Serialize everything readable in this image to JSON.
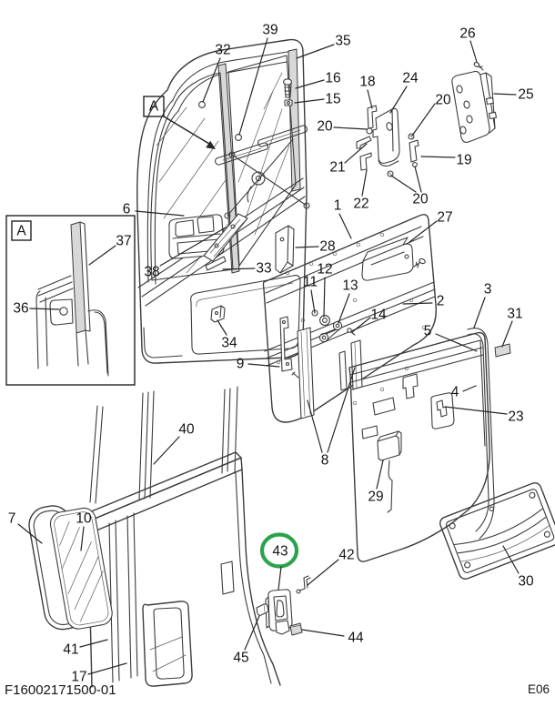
{
  "figure": {
    "footer_left": "F16002171500-01",
    "footer_right": "E06",
    "detail_marker": "A",
    "highlight_color": "#2aa34c",
    "highlighted_callout": "43"
  },
  "callouts": {
    "1": "1",
    "2": "2",
    "3": "3",
    "4": "4",
    "5": "5",
    "6": "6",
    "7": "7",
    "8": "8",
    "9": "9",
    "10": "10",
    "11": "11",
    "12": "12",
    "13": "13",
    "14": "14",
    "15": "15",
    "16": "16",
    "17": "17",
    "18": "18",
    "19": "19",
    "20": "20",
    "21": "21",
    "22": "22",
    "23": "23",
    "24": "24",
    "25": "25",
    "26": "26",
    "27": "27",
    "28": "28",
    "29": "29",
    "30": "30",
    "31": "31",
    "32": "32",
    "33": "33",
    "34": "34",
    "35": "35",
    "36": "36",
    "37": "37",
    "38": "38",
    "39": "39",
    "40": "40",
    "41": "41",
    "42": "42",
    "43": "43",
    "44": "44",
    "45": "45"
  }
}
